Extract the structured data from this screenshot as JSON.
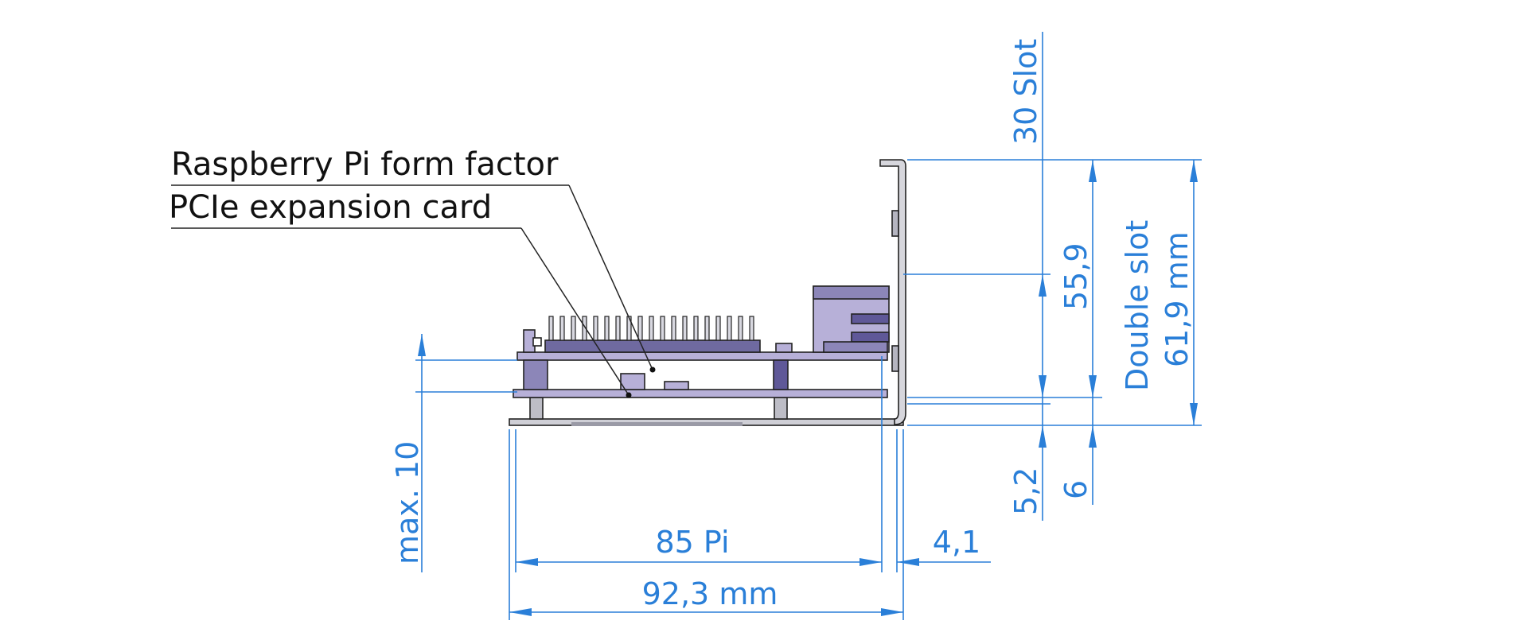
{
  "labels": {
    "pi_form_factor": "Raspberry Pi form factor",
    "pcie_card": "PCIe expansion card"
  },
  "dimensions": {
    "width_pi": "85 Pi",
    "width_total": "92,3 mm",
    "offset_right": "4,1",
    "max_height": "max. 10",
    "slot_30": "30 Slot",
    "height_55": "55,9",
    "bottom_52": "5,2",
    "bottom_6": "6",
    "double_slot": "Double slot",
    "double_slot_mm": "61,9 mm"
  },
  "colors": {
    "dimension": "#2a7fd8",
    "pcb_purple": "#b7b0d8",
    "bracket": "#d6d6dc",
    "outline": "#222222"
  }
}
